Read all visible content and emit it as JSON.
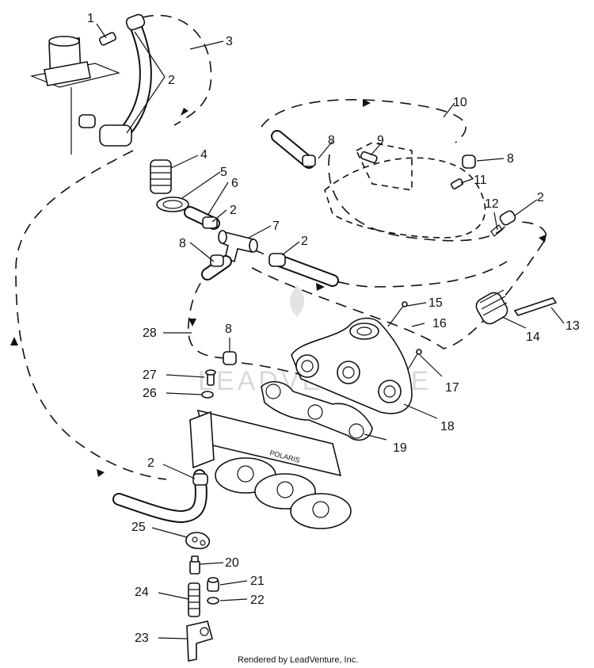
{
  "diagram": {
    "watermark": "LEADVENTURE",
    "credit": "Rendered by LeadVenture, Inc.",
    "callouts": [
      {
        "id": "c1",
        "text": "1"
      },
      {
        "id": "c2a",
        "text": "2"
      },
      {
        "id": "c3",
        "text": "3"
      },
      {
        "id": "c4",
        "text": "4"
      },
      {
        "id": "c5",
        "text": "5"
      },
      {
        "id": "c6",
        "text": "6"
      },
      {
        "id": "c2b",
        "text": "2"
      },
      {
        "id": "c7",
        "text": "7"
      },
      {
        "id": "c8a",
        "text": "8"
      },
      {
        "id": "c2c",
        "text": "2"
      },
      {
        "id": "c8b",
        "text": "8"
      },
      {
        "id": "c9",
        "text": "9"
      },
      {
        "id": "c10",
        "text": "10"
      },
      {
        "id": "c8c",
        "text": "8"
      },
      {
        "id": "c11",
        "text": "11"
      },
      {
        "id": "c2d",
        "text": "2"
      },
      {
        "id": "c12",
        "text": "12"
      },
      {
        "id": "c15",
        "text": "15"
      },
      {
        "id": "c16",
        "text": "16"
      },
      {
        "id": "c14",
        "text": "14"
      },
      {
        "id": "c13",
        "text": "13"
      },
      {
        "id": "c28",
        "text": "28"
      },
      {
        "id": "c8d",
        "text": "8"
      },
      {
        "id": "c27",
        "text": "27"
      },
      {
        "id": "c26",
        "text": "26"
      },
      {
        "id": "c17",
        "text": "17"
      },
      {
        "id": "c18",
        "text": "18"
      },
      {
        "id": "c19",
        "text": "19"
      },
      {
        "id": "c2e",
        "text": "2"
      },
      {
        "id": "c25",
        "text": "25"
      },
      {
        "id": "c20",
        "text": "20"
      },
      {
        "id": "c21",
        "text": "21"
      },
      {
        "id": "c24",
        "text": "24"
      },
      {
        "id": "c22",
        "text": "22"
      },
      {
        "id": "c23",
        "text": "23"
      }
    ]
  }
}
